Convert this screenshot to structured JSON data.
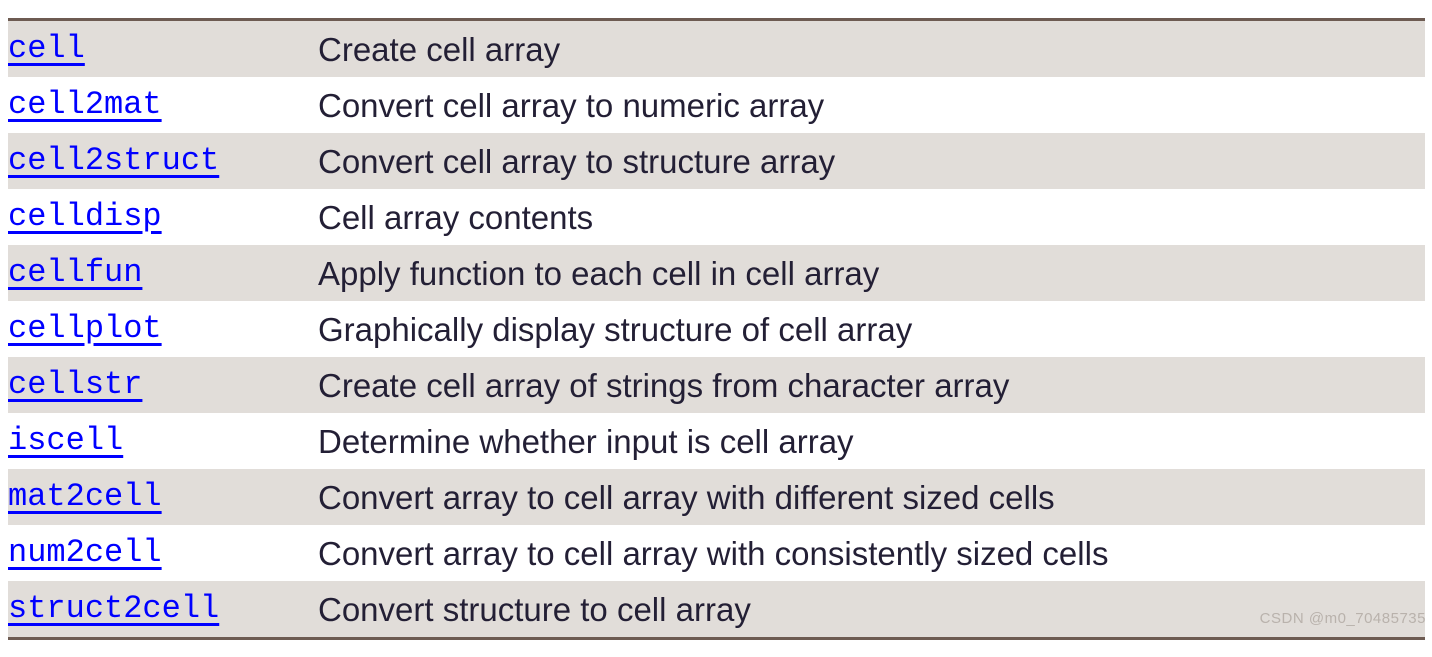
{
  "document": {
    "type": "reference-function-table",
    "colors": {
      "link": "#0000ff",
      "text": "#231f35",
      "row_shaded": "#e1ddd9",
      "row_plain": "#ffffff",
      "border": "#6d5b52",
      "column_divider": "#b0aaa4",
      "watermark": "#b9b2ac"
    }
  },
  "table": {
    "rows": [
      {
        "name": "cell",
        "description": "Create cell array"
      },
      {
        "name": "cell2mat",
        "description": "Convert cell array to numeric array"
      },
      {
        "name": "cell2struct",
        "description": "Convert cell array to structure array"
      },
      {
        "name": "celldisp",
        "description": "Cell array contents"
      },
      {
        "name": "cellfun",
        "description": "Apply function to each cell in cell array"
      },
      {
        "name": "cellplot",
        "description": "Graphically display structure of cell array"
      },
      {
        "name": "cellstr",
        "description": "Create cell array of strings from character array"
      },
      {
        "name": "iscell",
        "description": "Determine whether input is cell array"
      },
      {
        "name": "mat2cell",
        "description": "Convert array to cell array with different sized cells"
      },
      {
        "name": "num2cell",
        "description": "Convert array to cell array with consistently sized cells"
      },
      {
        "name": "struct2cell",
        "description": "Convert structure to cell array"
      }
    ]
  },
  "watermark": {
    "text": "CSDN @m0_70485735"
  }
}
